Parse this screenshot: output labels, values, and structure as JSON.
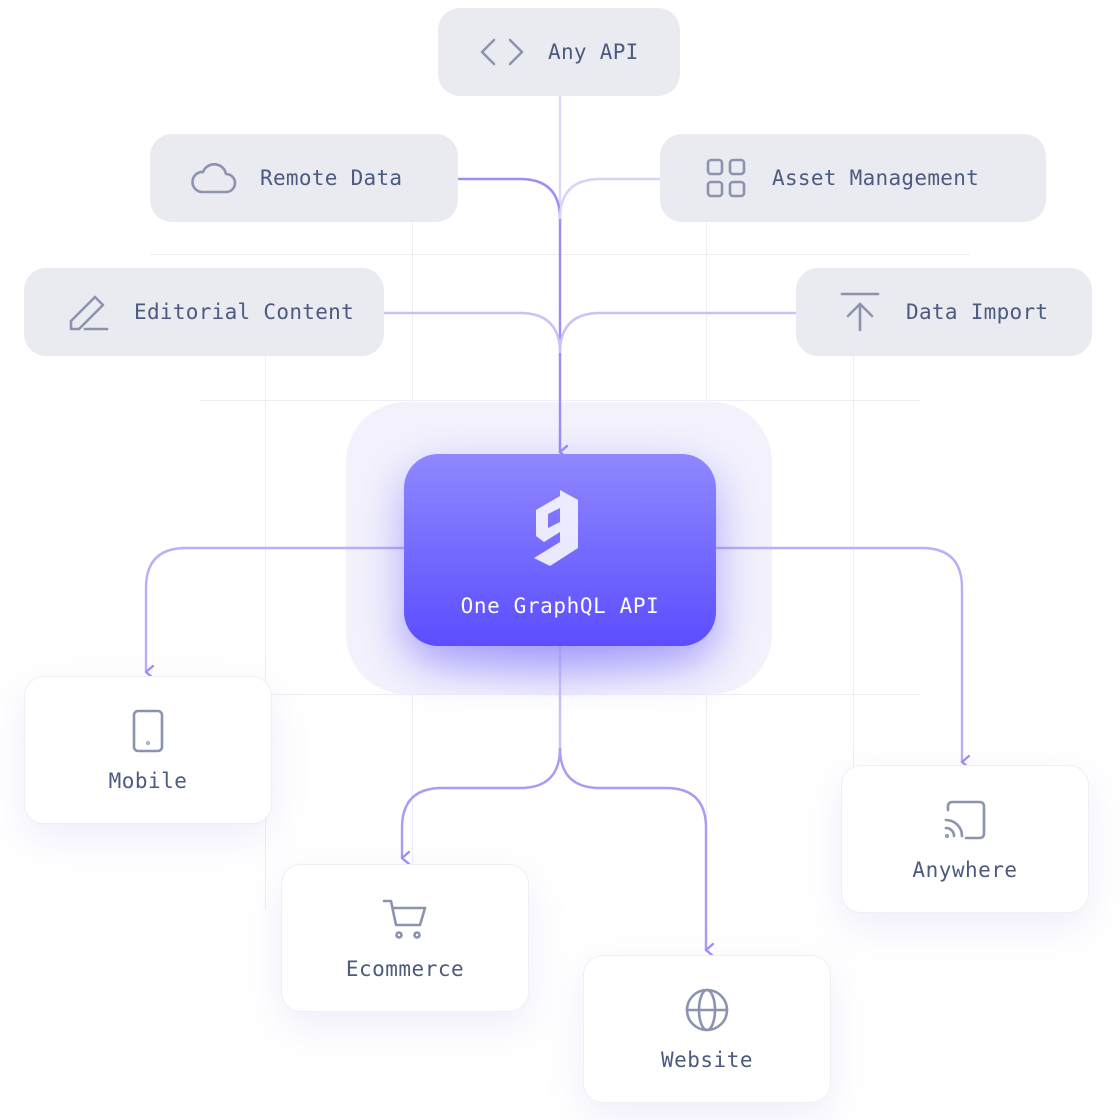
{
  "hub": {
    "label": "One GraphQL API",
    "logo_icon": "hygraph-logo-icon"
  },
  "sources": {
    "any_api": {
      "label": "Any API",
      "icon": "code-brackets-icon"
    },
    "remote_data": {
      "label": "Remote Data",
      "icon": "cloud-icon"
    },
    "asset_management": {
      "label": "Asset Management",
      "icon": "grid-icon"
    },
    "editorial_content": {
      "label": "Editorial Content",
      "icon": "pencil-icon"
    },
    "data_import": {
      "label": "Data Import",
      "icon": "upload-arrow-icon"
    }
  },
  "destinations": {
    "mobile": {
      "label": "Mobile",
      "icon": "mobile-phone-icon"
    },
    "ecommerce": {
      "label": "Ecommerce",
      "icon": "shopping-cart-icon"
    },
    "website": {
      "label": "Website",
      "icon": "globe-icon"
    },
    "anywhere": {
      "label": "Anywhere",
      "icon": "cast-icon"
    }
  },
  "colors": {
    "accent": "#6a5cff",
    "wire": "#9b8ff7",
    "wire_light": "#d6d2fa",
    "card_bg": "#e9ebf0",
    "text": "#4d5a7f",
    "icon": "#8b93ae"
  }
}
